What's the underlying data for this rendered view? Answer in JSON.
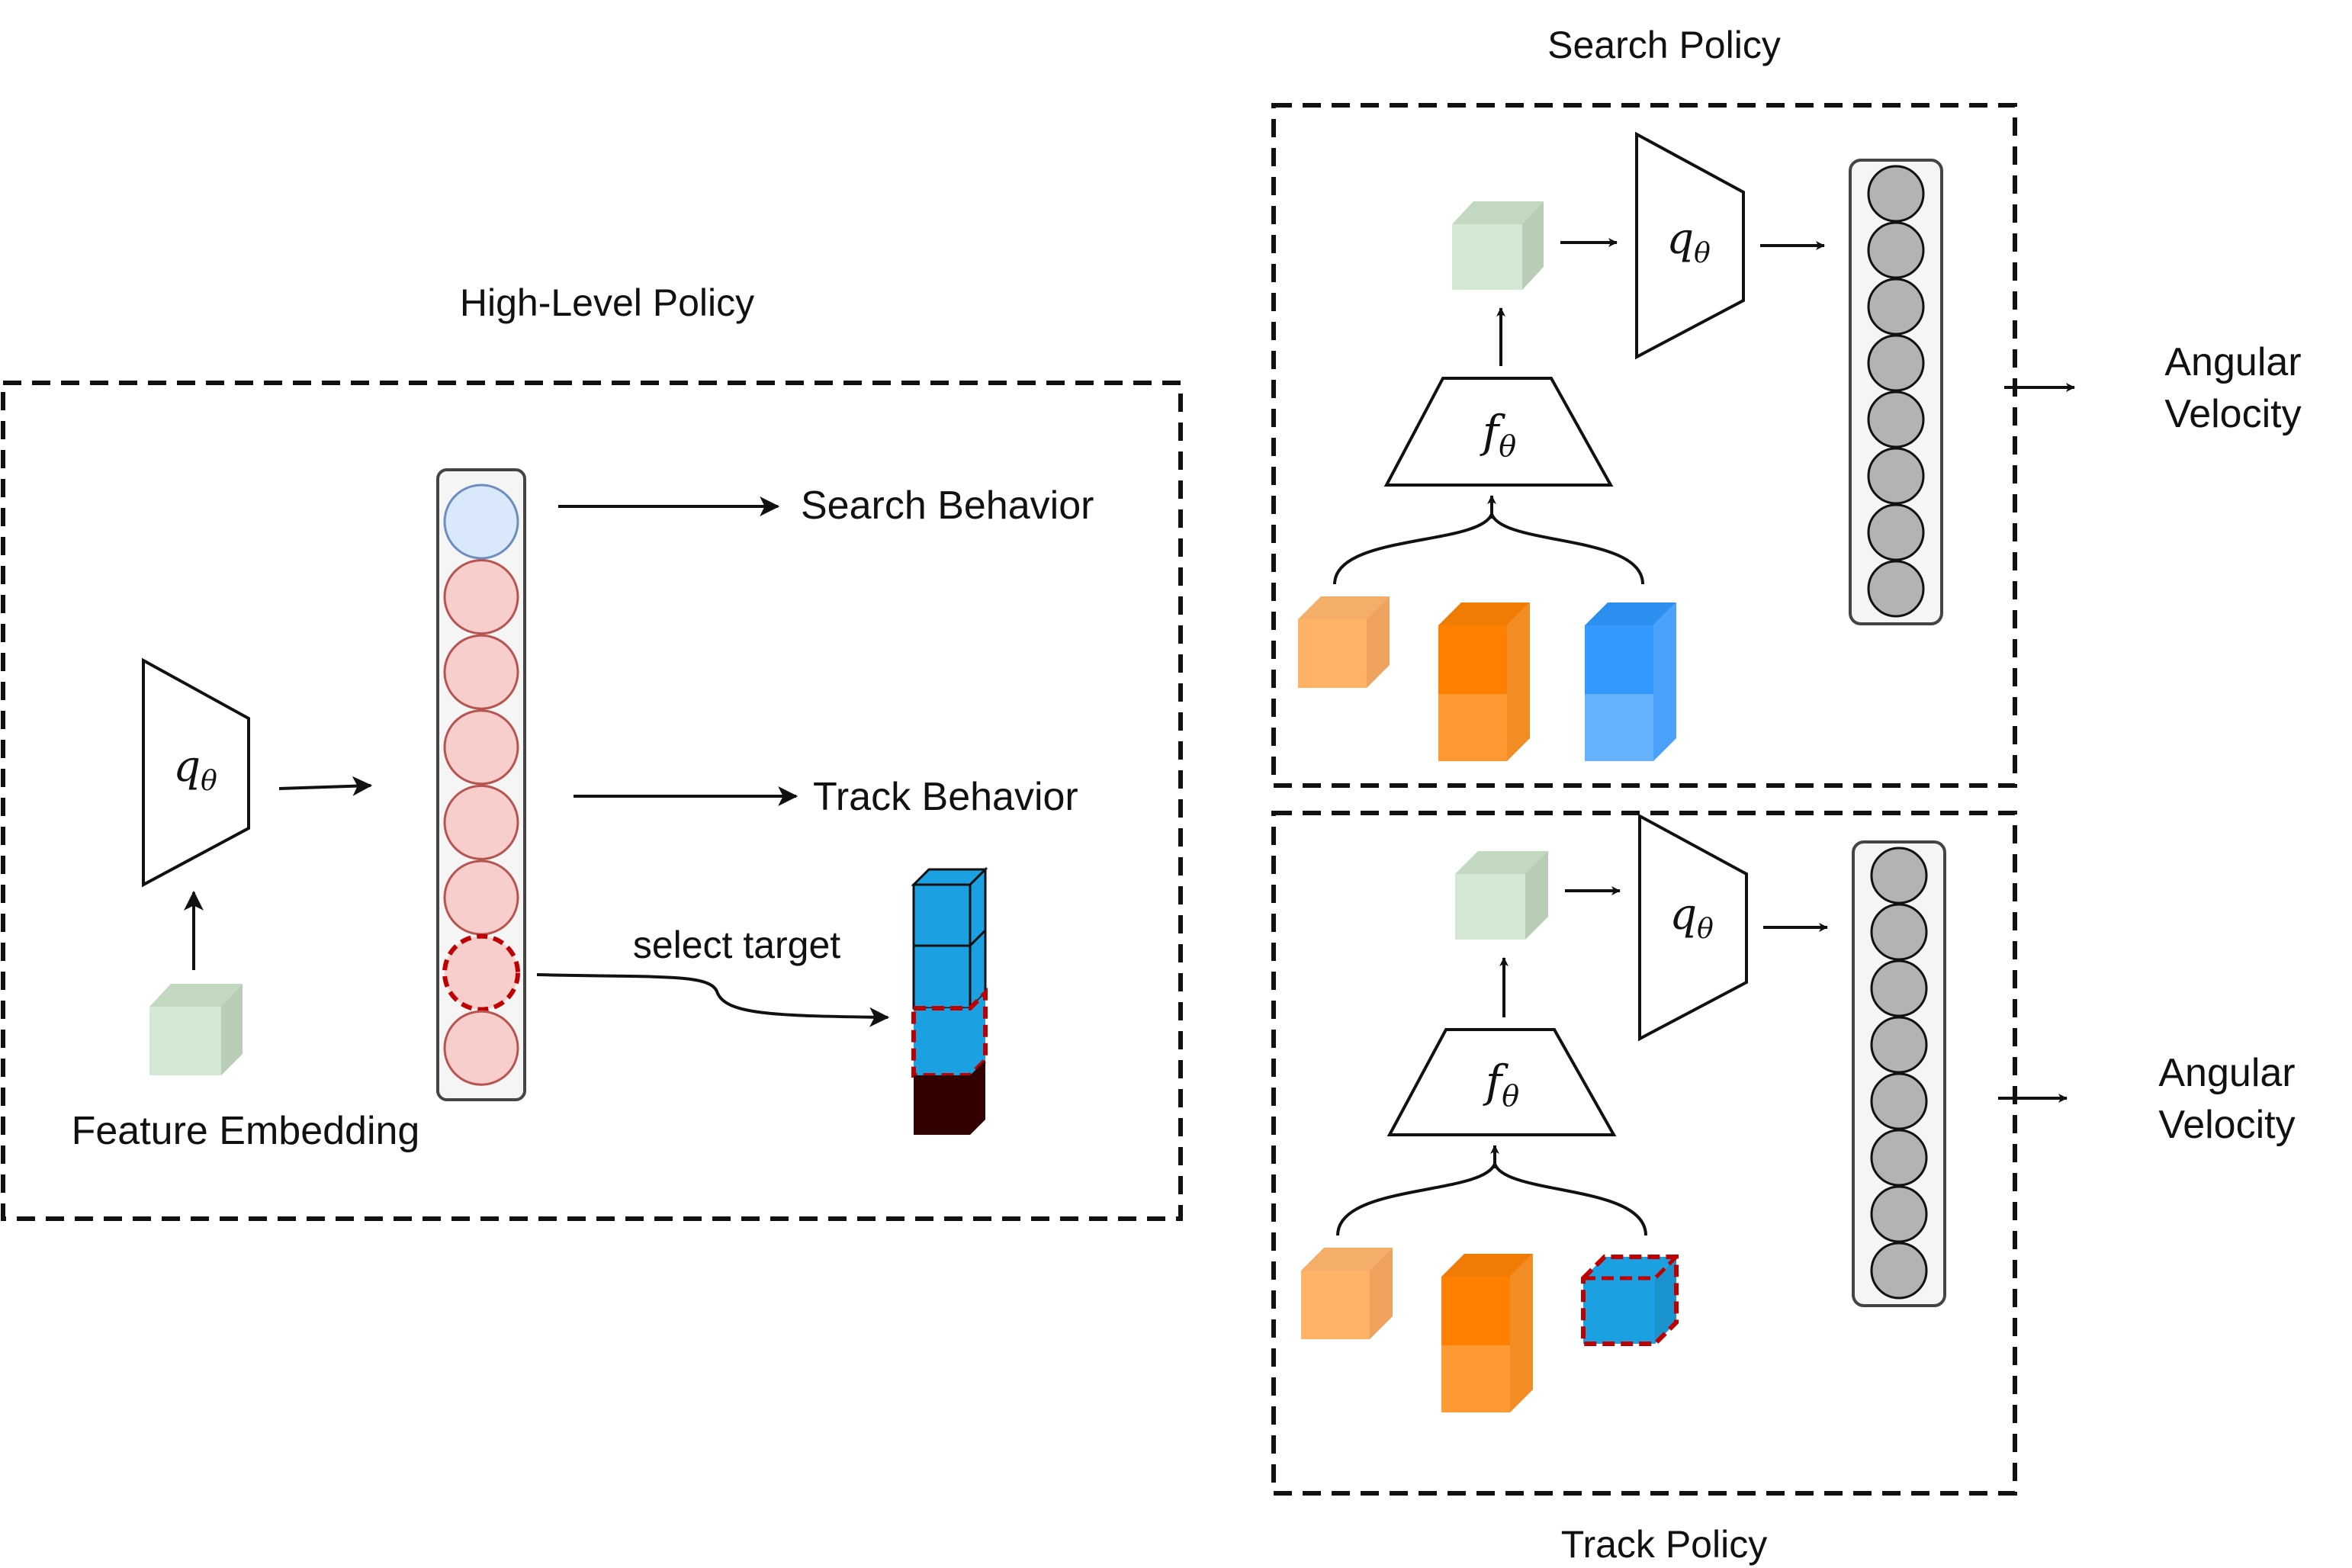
{
  "colors": {
    "line": "#111111",
    "feature_front": "#d5e8d4",
    "feature_top": "#c2d8c0",
    "feature_side": "#b9cdb6",
    "search_node_fill": "#dae8fc",
    "search_node_stroke": "#6c8ebf",
    "track_node_fill": "#f8cecc",
    "track_node_stroke": "#b85450",
    "selected_dash": "#c00000",
    "gray_node": "#b3b3b3",
    "column_fill": "#f5f5f5",
    "light_orange": "#ffb366",
    "dark_orange": "#ff8000",
    "mid_orange": "#ff9933",
    "blue_top": "#3399ff",
    "blue_bottom": "#66b2ff",
    "stack_blue": "#1ba1e2",
    "stack_dark": "#330000"
  },
  "high_level": {
    "title": "High-Level Policy",
    "q_symbol": "q",
    "q_subscript": "θ",
    "feature_label": "Feature Embedding",
    "search_behavior": "Search Behavior",
    "track_behavior": "Track Behavior",
    "select_target": "select target",
    "nodes": [
      "search",
      "track",
      "track",
      "track",
      "track",
      "track",
      "selected",
      "track"
    ]
  },
  "search_policy": {
    "title": "Search Policy",
    "q_symbol": "q",
    "q_subscript": "θ",
    "f_symbol": "f",
    "f_subscript": "θ",
    "output_line1": "Angular",
    "output_line2": "Velocity",
    "node_count": 8
  },
  "track_policy": {
    "title": "Track Policy",
    "q_symbol": "q",
    "q_subscript": "θ",
    "f_symbol": "f",
    "f_subscript": "θ",
    "output_line1": "Angular",
    "output_line2": "Velocity",
    "node_count": 8
  }
}
